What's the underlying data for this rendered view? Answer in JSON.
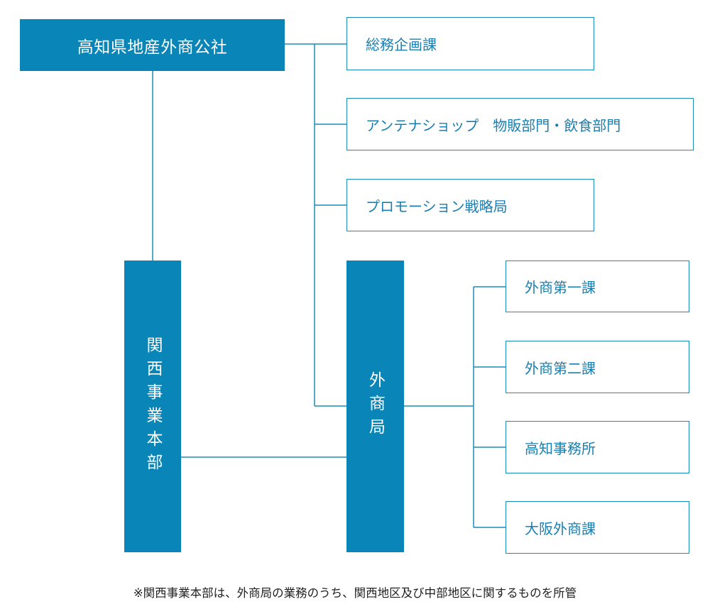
{
  "org_chart": {
    "top": "高知県地産外商公社",
    "kansai": "関西事業本部",
    "gaisho": "外商局",
    "departments": {
      "somu": "総務企画課",
      "antenna": "アンテナショップ　物販部門・飲食部門",
      "promotion": "プロモーション戦略局"
    },
    "gaisho_sections": {
      "dai1": "外商第一課",
      "dai2": "外商第二課",
      "kochi": "高知事務所",
      "osaka": "大阪外商課"
    }
  },
  "footnote": "※関西事業本部は、外商局の業務のうち、関西地区及び中部地区に関するものを所管",
  "colors": {
    "fill": "#0a85b8",
    "line": "#1a8cbc",
    "text": "#1a7fb0"
  }
}
